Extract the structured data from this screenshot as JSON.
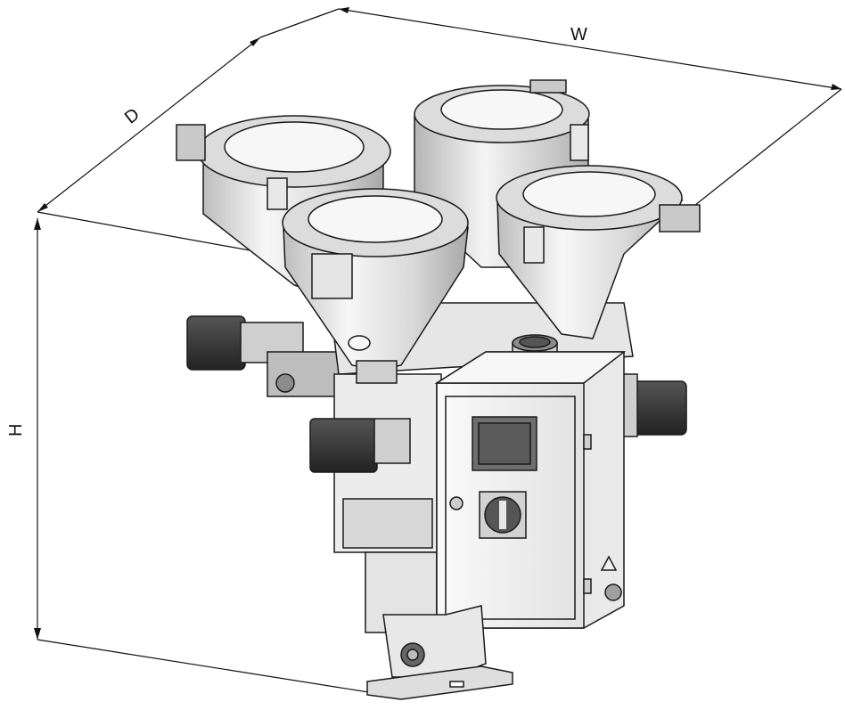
{
  "dimensions": {
    "width_label": "W",
    "depth_label": "D",
    "height_label": "H"
  },
  "machine": {
    "hopper_count": 4,
    "colors": {
      "metal_light": "#f2f2f2",
      "metal_mid": "#d4d4d4",
      "metal_dark": "#9a9a9a",
      "motor": "#3a3a3a",
      "screen": "#6e6e6e",
      "outline": "#1a1a1a"
    }
  }
}
